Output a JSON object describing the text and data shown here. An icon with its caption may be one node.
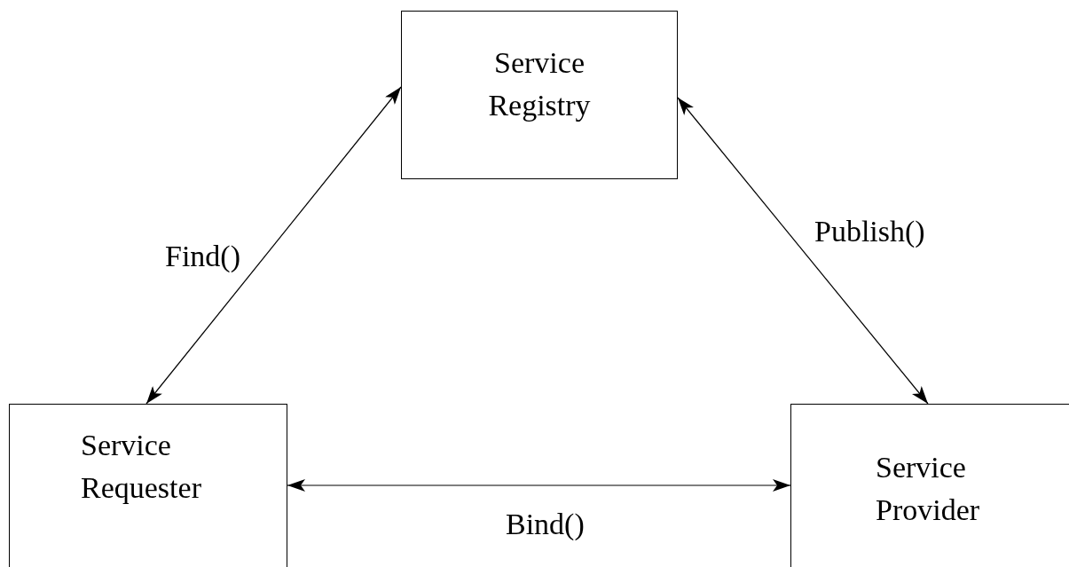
{
  "diagram": {
    "nodes": [
      {
        "text": [
          "Service Registry"
        ]
      },
      {
        "text": [
          "Service Requester"
        ]
      },
      {
        "text": [
          "Service Provider"
        ]
      }
    ],
    "edges": [
      {
        "from": 0,
        "to": 1,
        "arrow": "both",
        "label": "Find()"
      },
      {
        "from": 0,
        "to": 2,
        "arrow": "both",
        "label": "Publish()"
      },
      {
        "from": 1,
        "to": 2,
        "arrow": "both",
        "label": "Bind()"
      }
    ]
  }
}
